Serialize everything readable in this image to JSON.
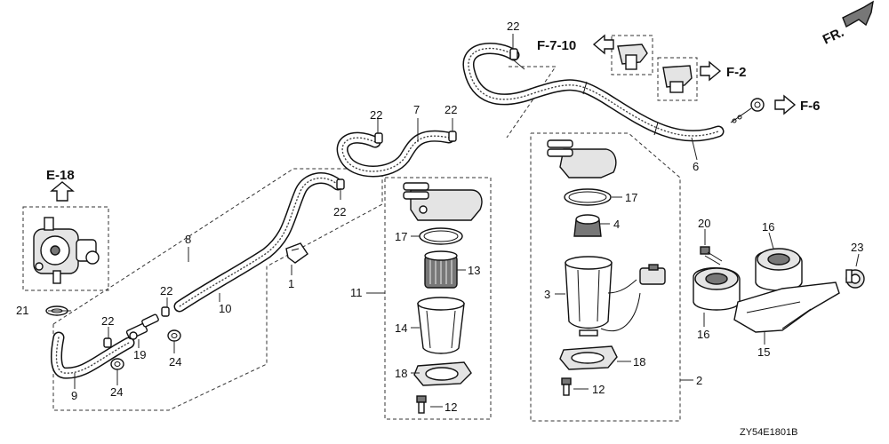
{
  "diagram": {
    "code": "ZY54E1801B",
    "front_label": "FR."
  },
  "refs": {
    "e18": "E-18",
    "f710": "F-7-10",
    "f2": "F-2",
    "f6": "F-6"
  },
  "callouts": {
    "n1": "1",
    "n2": "2",
    "n3": "3",
    "n4": "4",
    "n6": "6",
    "n7": "7",
    "n8": "8",
    "n9": "9",
    "n10": "10",
    "n11": "11",
    "n12a": "12",
    "n12b": "12",
    "n13": "13",
    "n14": "14",
    "n15": "15",
    "n16a": "16",
    "n16b": "16",
    "n17a": "17",
    "n17b": "17",
    "n18a": "18",
    "n18b": "18",
    "n19": "19",
    "n20": "20",
    "n21": "21",
    "n22a": "22",
    "n22b": "22",
    "n22c": "22",
    "n22d": "22",
    "n22e": "22",
    "n22f": "22",
    "n23": "23",
    "n24a": "24",
    "n24b": "24"
  }
}
